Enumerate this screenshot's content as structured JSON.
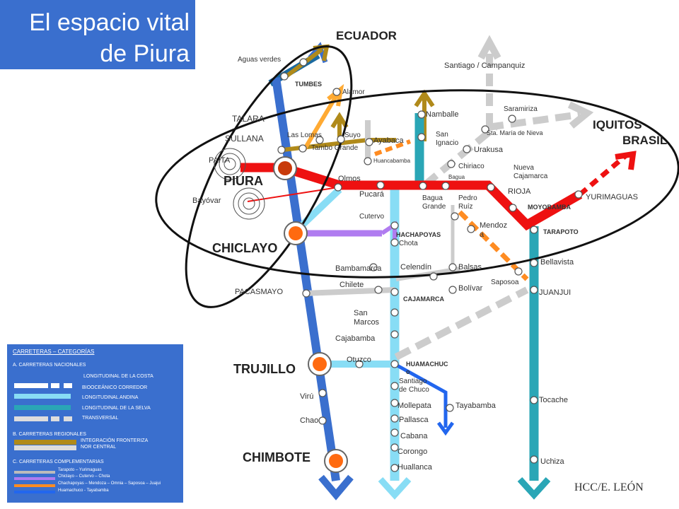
{
  "title": {
    "line1": "El espacio vital",
    "line2": "de Piura"
  },
  "countries": {
    "ecuador": "ECUADOR",
    "iquitos": "IQUITOS",
    "brasil": "BRASIL"
  },
  "main_cities": {
    "piura": "PIURA",
    "chiclayo": "CHICLAYO",
    "trujillo": "TRUJILLO",
    "chimbote": "CHIMBOTE"
  },
  "places": {
    "aguas_verdes": "Aguas verdes",
    "tumbes": "TUMBES",
    "alamor": "Alamor",
    "talara": "TALARA",
    "sullana": "SULLANA",
    "las_lomas": "Las Lomas",
    "suyo": "Suyo",
    "tambo_grande": "Tambo Grande",
    "ayabaca": "Ayabaca",
    "huancabamba": "Huancabamba",
    "paita": "PAITA",
    "bayovar": "Bayóvar",
    "olmos": "Olmos",
    "pucara": "Pucará",
    "namballe": "Namballe",
    "san_ignacio": "San\nIgnacio",
    "santiago_campanquiz": "Santiago / Campanquiz",
    "saramiriza": "Saramiriza",
    "sta_maria_de_nieva": "Sta. María de Nieva",
    "urakusa": "Urakusa",
    "chiriaco": "Chiriaco",
    "bagua": "Bagua",
    "nueva_cajamarca": "Nueva\nCajamarca",
    "rioja": "RIOJA",
    "bagua_grande": "Bagua\nGrande",
    "pedro_ruiz": "Pedro\nRuíz",
    "moyobamba": "MOYOBAMBA",
    "yurimaguas": "YURIMAGUAS",
    "tarapoto": "TARAPOTO",
    "cutervo": "Cutervo",
    "chachapoyas": "HACHAPOYAS",
    "chota": "Chota",
    "mendoza": "Mendoz\na",
    "bambamarca": "Bambamarca",
    "celendin": "Celendín",
    "balsas": "Balsas",
    "bellavista": "Bellavista",
    "saposoa": "Saposoa",
    "chilete": "Chilete",
    "bolivar": "Bolívar",
    "pacasmayo": "PACASMAYO",
    "cajamarca": "CAJAMARCA",
    "juanjui": "JUANJUI",
    "san_marcos": "San\nMarcos",
    "cajabamba": "Cajabamba",
    "otuzco": "Otuzco",
    "huamachuco": "HUAMACHUC\no",
    "santiago_de_chuco": "Santiago\nde Chuco",
    "viru": "Virú",
    "mollepata": "Mollepata",
    "tayabamba": "Tayabamba",
    "tocache": "Tocache",
    "pallasca": "Pallasca",
    "chao": "Chao",
    "cabana": "Cabana",
    "corongo": "Corongo",
    "uchiza": "Uchiza",
    "huallanca": "Huallanca"
  },
  "legend": {
    "heading": "CARRETERAS – CATEGORÍAS",
    "section_a": "A. CARRETERAS NACIONALES",
    "a_items": [
      "LONGITUDINAL DE LA COSTA",
      "BIOOCEÁNICO CORREDOR",
      "LONGITUDINAL ANDINA",
      "LONGITUDINAL DE LA SELVA",
      "TRANSVERSAL"
    ],
    "section_b": "B. CARRETERAS REGIONALES",
    "b_items": [
      "INTEGRACIÓN FRONTERIZA",
      "NOR CENTRAL"
    ],
    "section_c": "C. CARRETERAS COMPLEMENTARIAS",
    "c_items": [
      "Tarapoto – Yurimaguas",
      "Chiclayo – Cutervo – Chota",
      "Chachapoyas – Mendoza – Omnia – Saposoa – Juajui",
      "Huamachuco - Tayabamba"
    ]
  },
  "credit": "HCC/E. LEÓN",
  "colors": {
    "costa": "#3a6fce",
    "bioceanico": "#ee1111",
    "andina": "#88ddf5",
    "selva": "#2aa6b6",
    "transversal": "#cccccc",
    "frontera": "#b08a1a",
    "complementaria_orange": "#ff8c22",
    "complementaria_violet": "#b07cf0",
    "title_bg": "#3a6fce"
  }
}
